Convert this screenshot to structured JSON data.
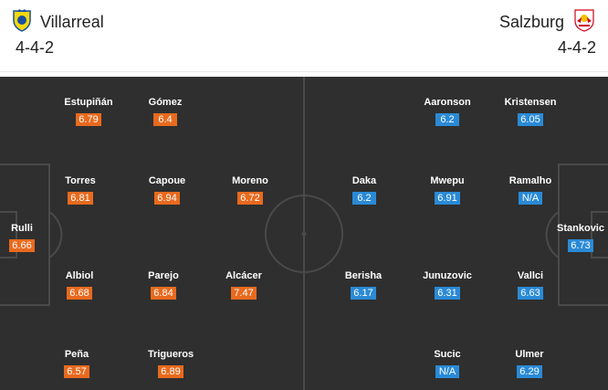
{
  "home": {
    "name": "Villarreal",
    "formation": "4-4-2",
    "players": [
      {
        "name": "Estupiñán",
        "rating": "6.79"
      },
      {
        "name": "Gómez",
        "rating": "6.4"
      },
      {
        "name": "Torres",
        "rating": "6.81"
      },
      {
        "name": "Capoue",
        "rating": "6.94"
      },
      {
        "name": "Moreno",
        "rating": "6.72"
      },
      {
        "name": "Rulli",
        "rating": "6.66"
      },
      {
        "name": "Albiol",
        "rating": "6.68"
      },
      {
        "name": "Parejo",
        "rating": "6.84"
      },
      {
        "name": "Alcácer",
        "rating": "7.47"
      },
      {
        "name": "Peña",
        "rating": "6.57"
      },
      {
        "name": "Trigueros",
        "rating": "6.89"
      }
    ]
  },
  "away": {
    "name": "Salzburg",
    "formation": "4-4-2",
    "players": [
      {
        "name": "Aaronson",
        "rating": "6.2"
      },
      {
        "name": "Kristensen",
        "rating": "6.05"
      },
      {
        "name": "Daka",
        "rating": "6.2"
      },
      {
        "name": "Mwepu",
        "rating": "6.91"
      },
      {
        "name": "Ramalho",
        "rating": "N/A"
      },
      {
        "name": "Stankovic",
        "rating": "6.73"
      },
      {
        "name": "Berisha",
        "rating": "6.17"
      },
      {
        "name": "Junuzovic",
        "rating": "6.31"
      },
      {
        "name": "Vallci",
        "rating": "6.63"
      },
      {
        "name": "Sucic",
        "rating": "N/A"
      },
      {
        "name": "Ulmer",
        "rating": "6.29"
      }
    ]
  },
  "colors": {
    "home_rating": "#e86a1e",
    "away_rating": "#2a8ad6",
    "pitch": "#2f2f2f",
    "lines": "#4a4a4a"
  }
}
